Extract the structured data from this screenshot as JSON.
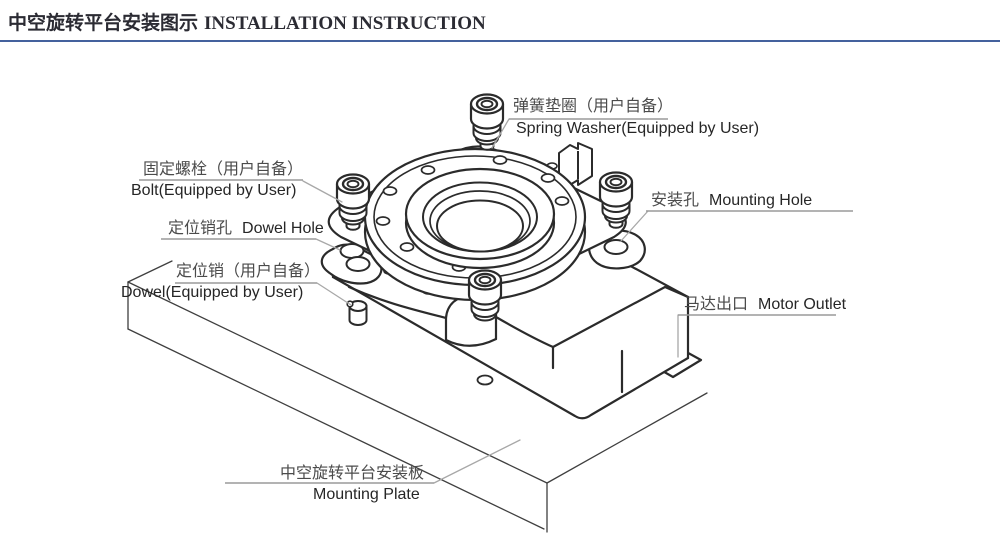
{
  "title": {
    "cn": "中空旋转平台安装图示",
    "en": "INSTALLATION INSTRUCTION"
  },
  "colors": {
    "accent_rule": "#44619d",
    "part_line": "#2b2b2b",
    "plate_line": "#3f3f3f",
    "leader_line": "#a8a8a8",
    "label_cn": "#4b4b4b",
    "label_en": "#262626"
  },
  "labels": {
    "spring_washer": {
      "cn": "弹簧垫圈（用户自备）",
      "en": "Spring Washer(Equipped by User)"
    },
    "bolt": {
      "cn": "固定螺栓（用户自备）",
      "en": "Bolt(Equipped by User)"
    },
    "dowel_hole": {
      "cn": "定位销孔",
      "en": "Dowel Hole"
    },
    "dowel": {
      "cn": "定位销（用户自备）",
      "en": "Dowel(Equipped by User)"
    },
    "mounting_hole": {
      "cn": "安装孔",
      "en": "Mounting Hole"
    },
    "motor_outlet": {
      "cn": "马达出口",
      "en": "Motor Outlet"
    },
    "mounting_plate": {
      "cn": "中空旋转平台安装板",
      "en": "Mounting Plate"
    }
  }
}
